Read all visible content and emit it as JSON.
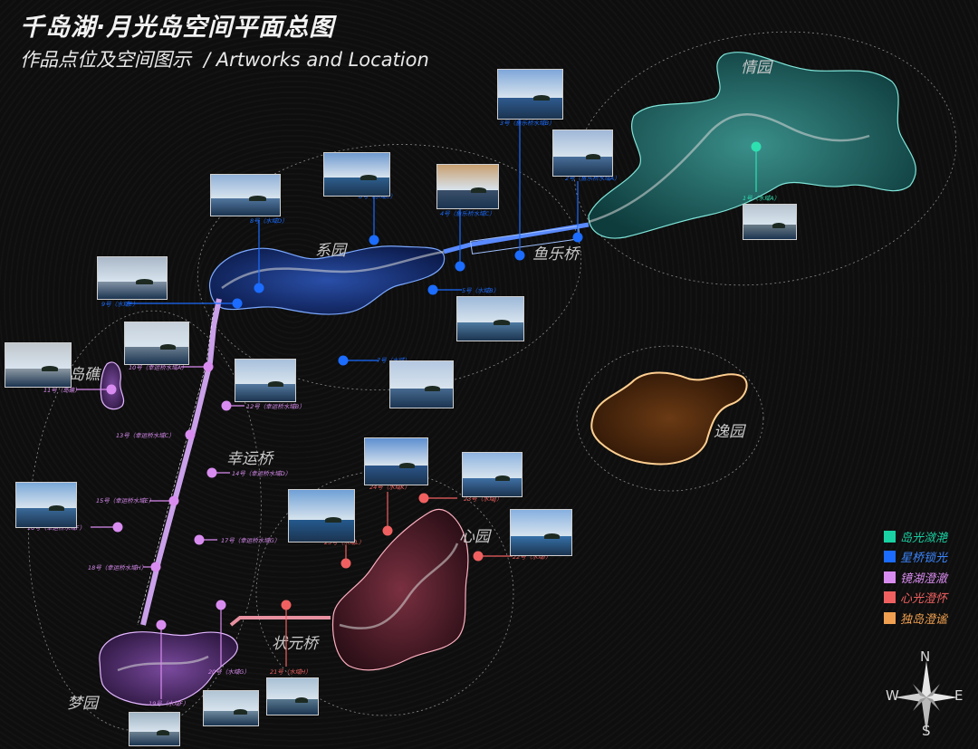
{
  "header": {
    "title": "千岛湖·月光岛空间平面总图",
    "subtitle_cn": "作品点位及空间图示",
    "subtitle_en": "/ Artworks and Location"
  },
  "areas": [
    {
      "id": "qingyuan",
      "label": "情园"
    },
    {
      "id": "xiyuan",
      "label": "系园"
    },
    {
      "id": "yuleqiao",
      "label": "鱼乐桥"
    },
    {
      "id": "yiyuan",
      "label": "逸园"
    },
    {
      "id": "daojiao",
      "label": "岛礁"
    },
    {
      "id": "xingyunqiao",
      "label": "幸运桥"
    },
    {
      "id": "xinyuan",
      "label": "心园"
    },
    {
      "id": "zhuangyuanqiao",
      "label": "状元桥"
    },
    {
      "id": "mengyuan",
      "label": "梦园"
    }
  ],
  "artworks": [
    {
      "num": "1",
      "label": "1号（水域A）",
      "color": "#2ee0b0"
    },
    {
      "num": "2",
      "label": "2号（鱼乐桥水域A）",
      "color": "#1b6cff"
    },
    {
      "num": "3",
      "label": "3号（鱼乐桥水域B）",
      "color": "#1b6cff"
    },
    {
      "num": "4",
      "label": "4号（鱼乐桥水域C）",
      "color": "#1b6cff"
    },
    {
      "num": "5",
      "label": "5号（水域B）",
      "color": "#1b6cff"
    },
    {
      "num": "6",
      "label": "6号（水域C）",
      "color": "#1b6cff"
    },
    {
      "num": "7",
      "label": "7号（水域）",
      "color": "#1b6cff"
    },
    {
      "num": "8",
      "label": "8号（水域D）",
      "color": "#1b6cff"
    },
    {
      "num": "9",
      "label": "9号（水域E）",
      "color": "#1b6cff"
    },
    {
      "num": "10",
      "label": "10号（幸运桥水域A）",
      "color": "#d98cf0"
    },
    {
      "num": "11",
      "label": "11号（岛礁）",
      "color": "#d98cf0"
    },
    {
      "num": "12",
      "label": "12号（幸运桥水域B）",
      "color": "#d98cf0"
    },
    {
      "num": "13",
      "label": "13号（幸运桥水域C）",
      "color": "#d98cf0"
    },
    {
      "num": "14",
      "label": "14号（幸运桥水域D）",
      "color": "#d98cf0"
    },
    {
      "num": "15",
      "label": "15号（幸运桥水域E）",
      "color": "#d98cf0"
    },
    {
      "num": "16",
      "label": "16号（幸运桥水域F）",
      "color": "#d98cf0"
    },
    {
      "num": "17",
      "label": "17号（幸运桥水域G）",
      "color": "#d98cf0"
    },
    {
      "num": "18",
      "label": "18号（幸运桥水域H）",
      "color": "#d98cf0"
    },
    {
      "num": "19",
      "label": "19号（水域F）",
      "color": "#d98cf0"
    },
    {
      "num": "20",
      "label": "20号（水域G）",
      "color": "#d98cf0"
    },
    {
      "num": "21",
      "label": "21号（水域H）",
      "color": "#f06060"
    },
    {
      "num": "22",
      "label": "22号（水域I）",
      "color": "#f06060"
    },
    {
      "num": "23",
      "label": "23号（水域J）",
      "color": "#f06060"
    },
    {
      "num": "24",
      "label": "24号（水域K）",
      "color": "#f06060"
    },
    {
      "num": "25",
      "label": "25号（水域L）",
      "color": "#f06060"
    }
  ],
  "legend": [
    {
      "label": "岛光潋滟",
      "color": "#19d1a3"
    },
    {
      "label": "星桥锁光",
      "color": "#1b6cff"
    },
    {
      "label": "镜湖澄澈",
      "color": "#d98cf0"
    },
    {
      "label": "心光澄怀",
      "color": "#f06060"
    },
    {
      "label": "独岛澄谧",
      "color": "#f0a050"
    }
  ],
  "compass": {
    "n": "N",
    "s": "S",
    "e": "E",
    "w": "W"
  }
}
